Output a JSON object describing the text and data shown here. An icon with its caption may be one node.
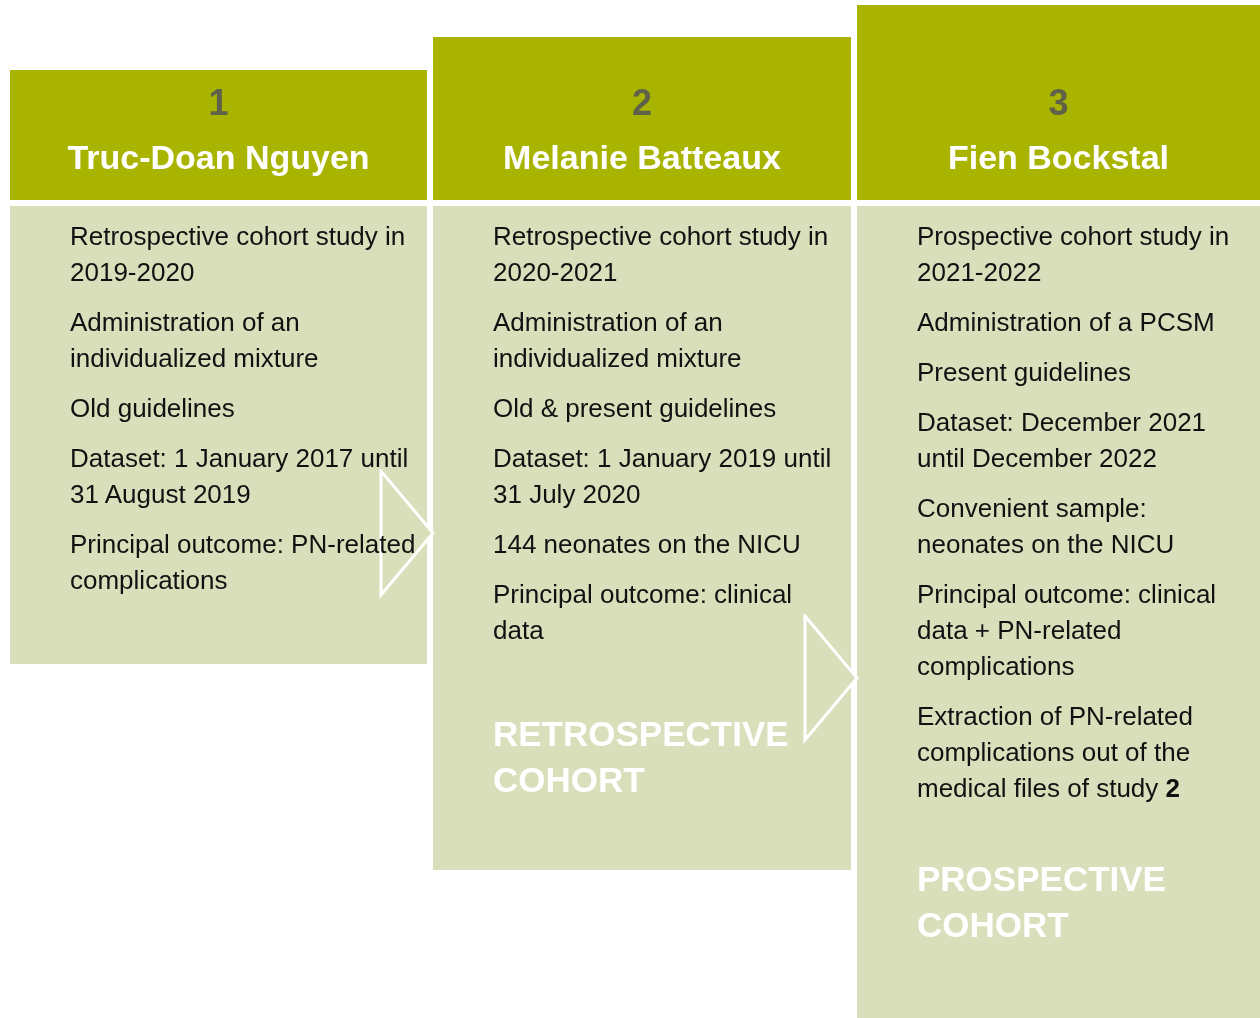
{
  "diagram": {
    "nodes": [
      {
        "text": [
          "1",
          "Truc-Doan Nguyen"
        ]
      },
      {
        "text": [
          "Retrospective cohort study in 2019-2020",
          "Administration of an individualized mixture",
          "Old guidelines",
          "Dataset: 1 January 2017 until 31 August 2019",
          "Principal outcome: PN-related complications"
        ]
      },
      {
        "text": [
          "2",
          "Melanie Batteaux"
        ]
      },
      {
        "text": [
          "Retrospective cohort study in 2020-2021",
          "Administration of an individualized mixture",
          "Old & present guidelines",
          "Dataset: 1 January 2019 until 31 July 2020",
          "144 neonates on the NICU",
          "Principal outcome: clinical data"
        ]
      },
      {
        "text": [
          "RETROSPECTIVE COHORT"
        ],
        "in": 3
      },
      {
        "text": [
          "3",
          "Fien Bockstal"
        ]
      },
      {
        "text": [
          "Prospective cohort study in 2021-2022",
          "Administration of a PCSM",
          "Present guidelines",
          "Dataset: December 2021 until December 2022",
          "Convenient sample: neonates on the NICU",
          "Principal outcome: clinical data + PN-related complications",
          "Extraction of PN-related complications out of the medical files of study **2**"
        ]
      },
      {
        "text": [
          "PROSPECTIVE COHORT"
        ],
        "in": 6
      }
    ],
    "edges": [
      {
        "from": 1,
        "to": 3,
        "arrow": "to"
      },
      {
        "from": 3,
        "to": 6,
        "arrow": "to"
      }
    ]
  }
}
